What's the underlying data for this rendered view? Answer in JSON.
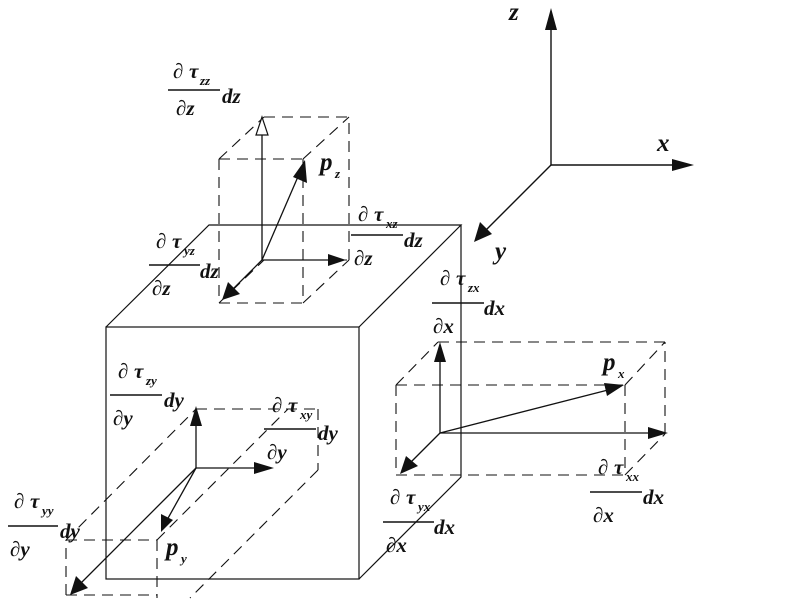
{
  "axes": {
    "x": "x",
    "y": "y",
    "z": "z"
  },
  "forces": {
    "px": {
      "sym": "p",
      "sub": "x"
    },
    "py": {
      "sym": "p",
      "sub": "y"
    },
    "pz": {
      "sym": "p",
      "sub": "z"
    }
  },
  "derivative_labels": {
    "tau_zz": {
      "d": "∂",
      "tau": "τ",
      "sub": "zz",
      "den": "∂z",
      "tail": "dz"
    },
    "tau_xz": {
      "d": "∂",
      "tau": "τ",
      "sub": "xz",
      "den": "∂z",
      "tail": "dz"
    },
    "tau_yz": {
      "d": "∂",
      "tau": "τ",
      "sub": "yz",
      "den": "∂z",
      "tail": "dz"
    },
    "tau_zx": {
      "d": "∂",
      "tau": "τ",
      "sub": "zx",
      "den": "∂x",
      "tail": "dx"
    },
    "tau_xx": {
      "d": "∂",
      "tau": "τ",
      "sub": "xx",
      "den": "∂x",
      "tail": "dx"
    },
    "tau_yx": {
      "d": "∂",
      "tau": "τ",
      "sub": "yx",
      "den": "∂x",
      "tail": "dx"
    },
    "tau_zy": {
      "d": "∂",
      "tau": "τ",
      "sub": "zy",
      "den": "∂y",
      "tail": "dy"
    },
    "tau_xy": {
      "d": "∂",
      "tau": "τ",
      "sub": "xy",
      "den": "∂y",
      "tail": "dy"
    },
    "tau_yy": {
      "d": "∂",
      "tau": "τ",
      "sub": "yy",
      "den": "∂y",
      "tail": "dy"
    }
  }
}
